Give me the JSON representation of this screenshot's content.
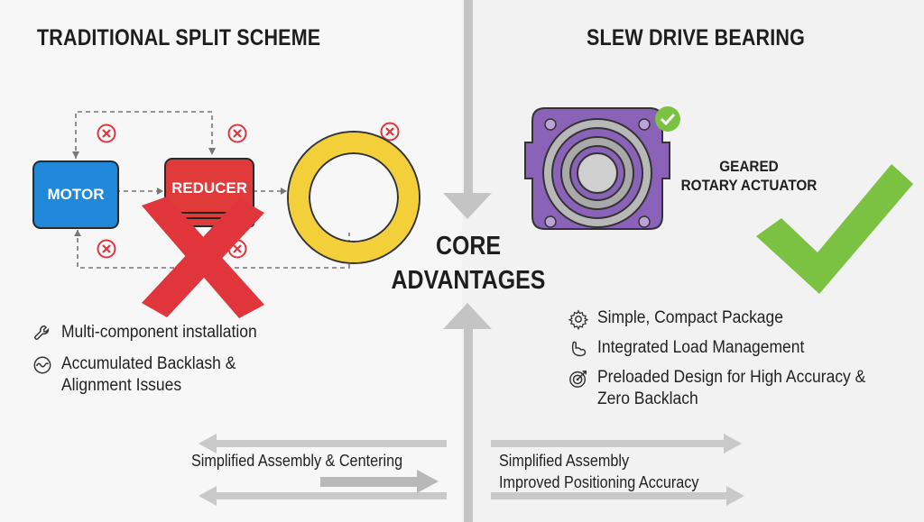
{
  "left": {
    "title": "TRADITIONAL SPLIT SCHEME",
    "motor_label": "MOTOR",
    "reducer_label": "REDUCER",
    "features": [
      {
        "icon": "wrench-icon",
        "lines": [
          "Multi-component installation"
        ]
      },
      {
        "icon": "wave-icon",
        "lines": [
          "Accumulated Backlash &",
          "Alignment Issues"
        ]
      }
    ]
  },
  "right": {
    "title": "SLEW DRIVE BEARING",
    "actuator_label": [
      "GEARED",
      "ROTARY ACTUATOR"
    ],
    "features": [
      {
        "icon": "gear-icon",
        "lines": [
          "Simple, Compact Package"
        ]
      },
      {
        "icon": "arm-icon",
        "lines": [
          "Integrated Load Management"
        ]
      },
      {
        "icon": "target-icon",
        "lines": [
          "Preloaded Design for High Accuracy &",
          "Zero Backlach"
        ]
      }
    ]
  },
  "center": {
    "label": [
      "CORE",
      "ADVANTAGES"
    ]
  },
  "bottom": {
    "left_label": "Simplified Assembly & Centering",
    "right_label": [
      "Simplified Assembly",
      "Improved Positioning Accuracy"
    ]
  },
  "colors": {
    "motor": "#1f88d8",
    "reducer": "#e03a3a",
    "ring": "#f3cf3a",
    "cross": "#e0353a",
    "check": "#7cc242",
    "actuator": "#8a63b8",
    "arrow": "#c4c4c4"
  }
}
